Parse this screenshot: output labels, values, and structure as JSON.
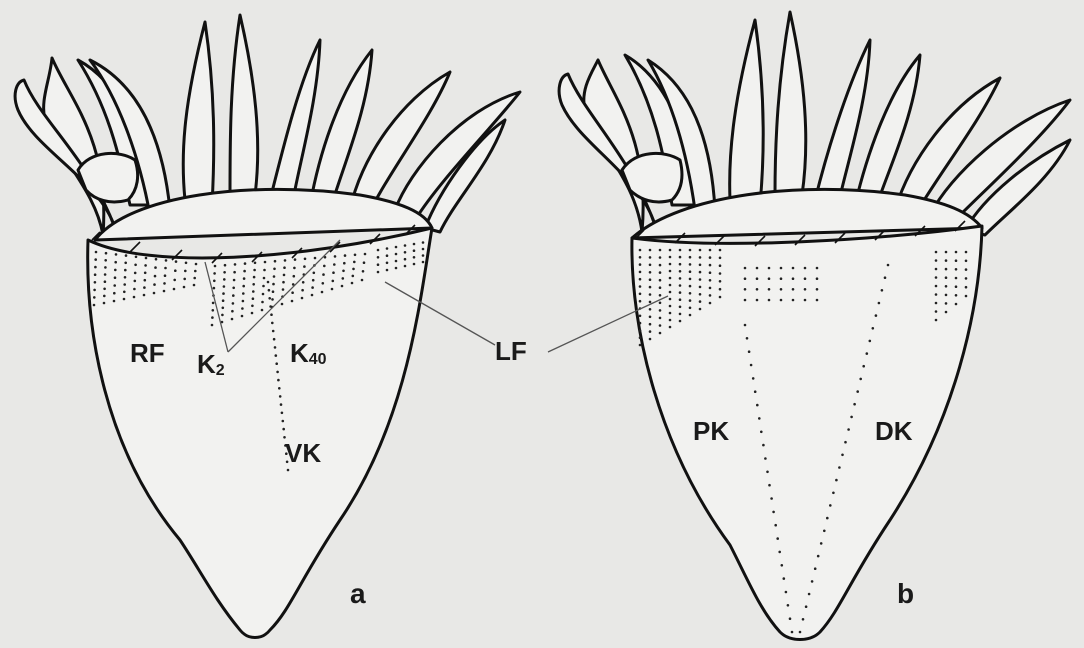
{
  "panels": [
    {
      "id": "a",
      "panel_label": "a",
      "labels": {
        "rf": "RF",
        "k": "K",
        "k2_sub": "2",
        "k40_sub": "40",
        "lf": "LF",
        "vk": "VK"
      }
    },
    {
      "id": "b",
      "panel_label": "b",
      "labels": {
        "pk": "PK",
        "dk": "DK"
      }
    }
  ]
}
